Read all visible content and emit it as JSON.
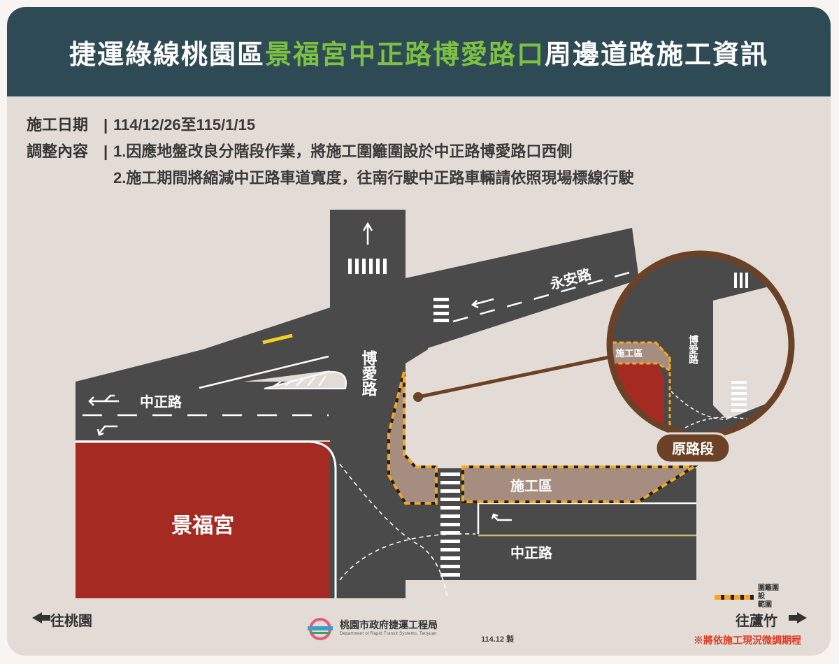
{
  "title": {
    "part1": "捷運綠線桃園區",
    "part2": "景福宮中正路博愛路口",
    "part3": "周邊道路施工資訊"
  },
  "info": {
    "date_label": "施工日期",
    "date_value": "114/12/26至115/1/15",
    "content_label": "調整內容",
    "content_line1": "1.因應地盤改良分階段作業，將施工圍籬圍設於中正路博愛路口西側",
    "content_line2": "2.施工期間將縮減中正路車道寬度，往南行駛中正路車輛請依照現場標線行駛"
  },
  "map": {
    "road_zhongzheng_west": "中正路",
    "road_zhongzheng_east": "中正路",
    "road_yongan": "永安路",
    "road_boai": "博愛路",
    "temple": "景福宮",
    "work_zone": "施工區",
    "inset_work_zone": "施工區",
    "inset_boai": "博愛路",
    "inset_badge": "原路段",
    "colors": {
      "road": "#4a4a4a",
      "temple": "#a52a22",
      "work_zone": "#a58d7f",
      "fence_orange": "#f5a623",
      "inset_ring": "#6b4226",
      "background": "#e3dcd6"
    }
  },
  "footer": {
    "left_direction": "往桃園",
    "right_direction": "往蘆竹",
    "note": "※將依施工現況微調期程",
    "legend_line1": "圍籬圍設",
    "legend_line2": "範圍",
    "logo_name": "桃園市政府捷運工程局",
    "logo_sub": "Department of Rapid Transit Systems, Taoyuan",
    "made": "114.12 製"
  }
}
